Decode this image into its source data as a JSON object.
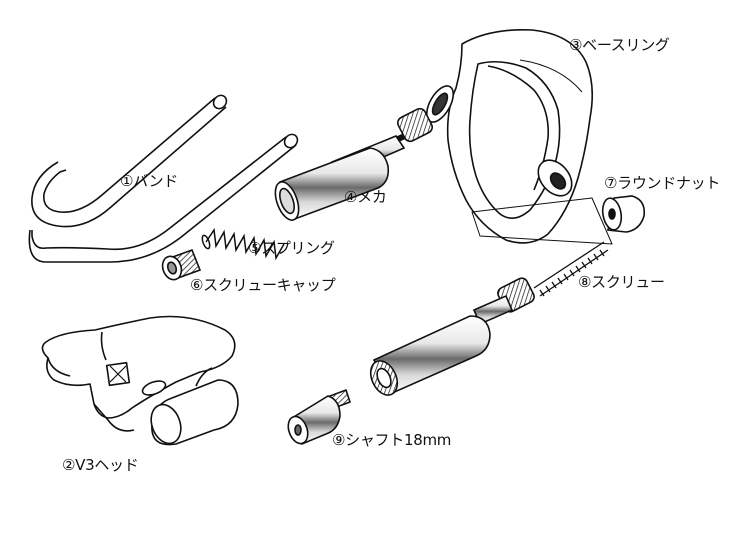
{
  "colors": {
    "stroke": "#111111",
    "background": "#ffffff",
    "shade": "#555555"
  },
  "parts": [
    {
      "id": "band",
      "number": "①",
      "name": "バンド"
    },
    {
      "id": "v3-head",
      "number": "②",
      "name": "V3ヘッド"
    },
    {
      "id": "base-ring",
      "number": "③",
      "name": "ベースリング"
    },
    {
      "id": "mecha",
      "number": "④",
      "name": "メカ"
    },
    {
      "id": "spring",
      "number": "⑤",
      "name": "スプリング"
    },
    {
      "id": "screw-cap",
      "number": "⑥",
      "name": "スクリューキャップ"
    },
    {
      "id": "round-nut",
      "number": "⑦",
      "name": "ラウンドナット"
    },
    {
      "id": "screw",
      "number": "⑧",
      "name": "スクリュー"
    },
    {
      "id": "shaft",
      "number": "⑨",
      "name": "シャフト18mm"
    }
  ]
}
